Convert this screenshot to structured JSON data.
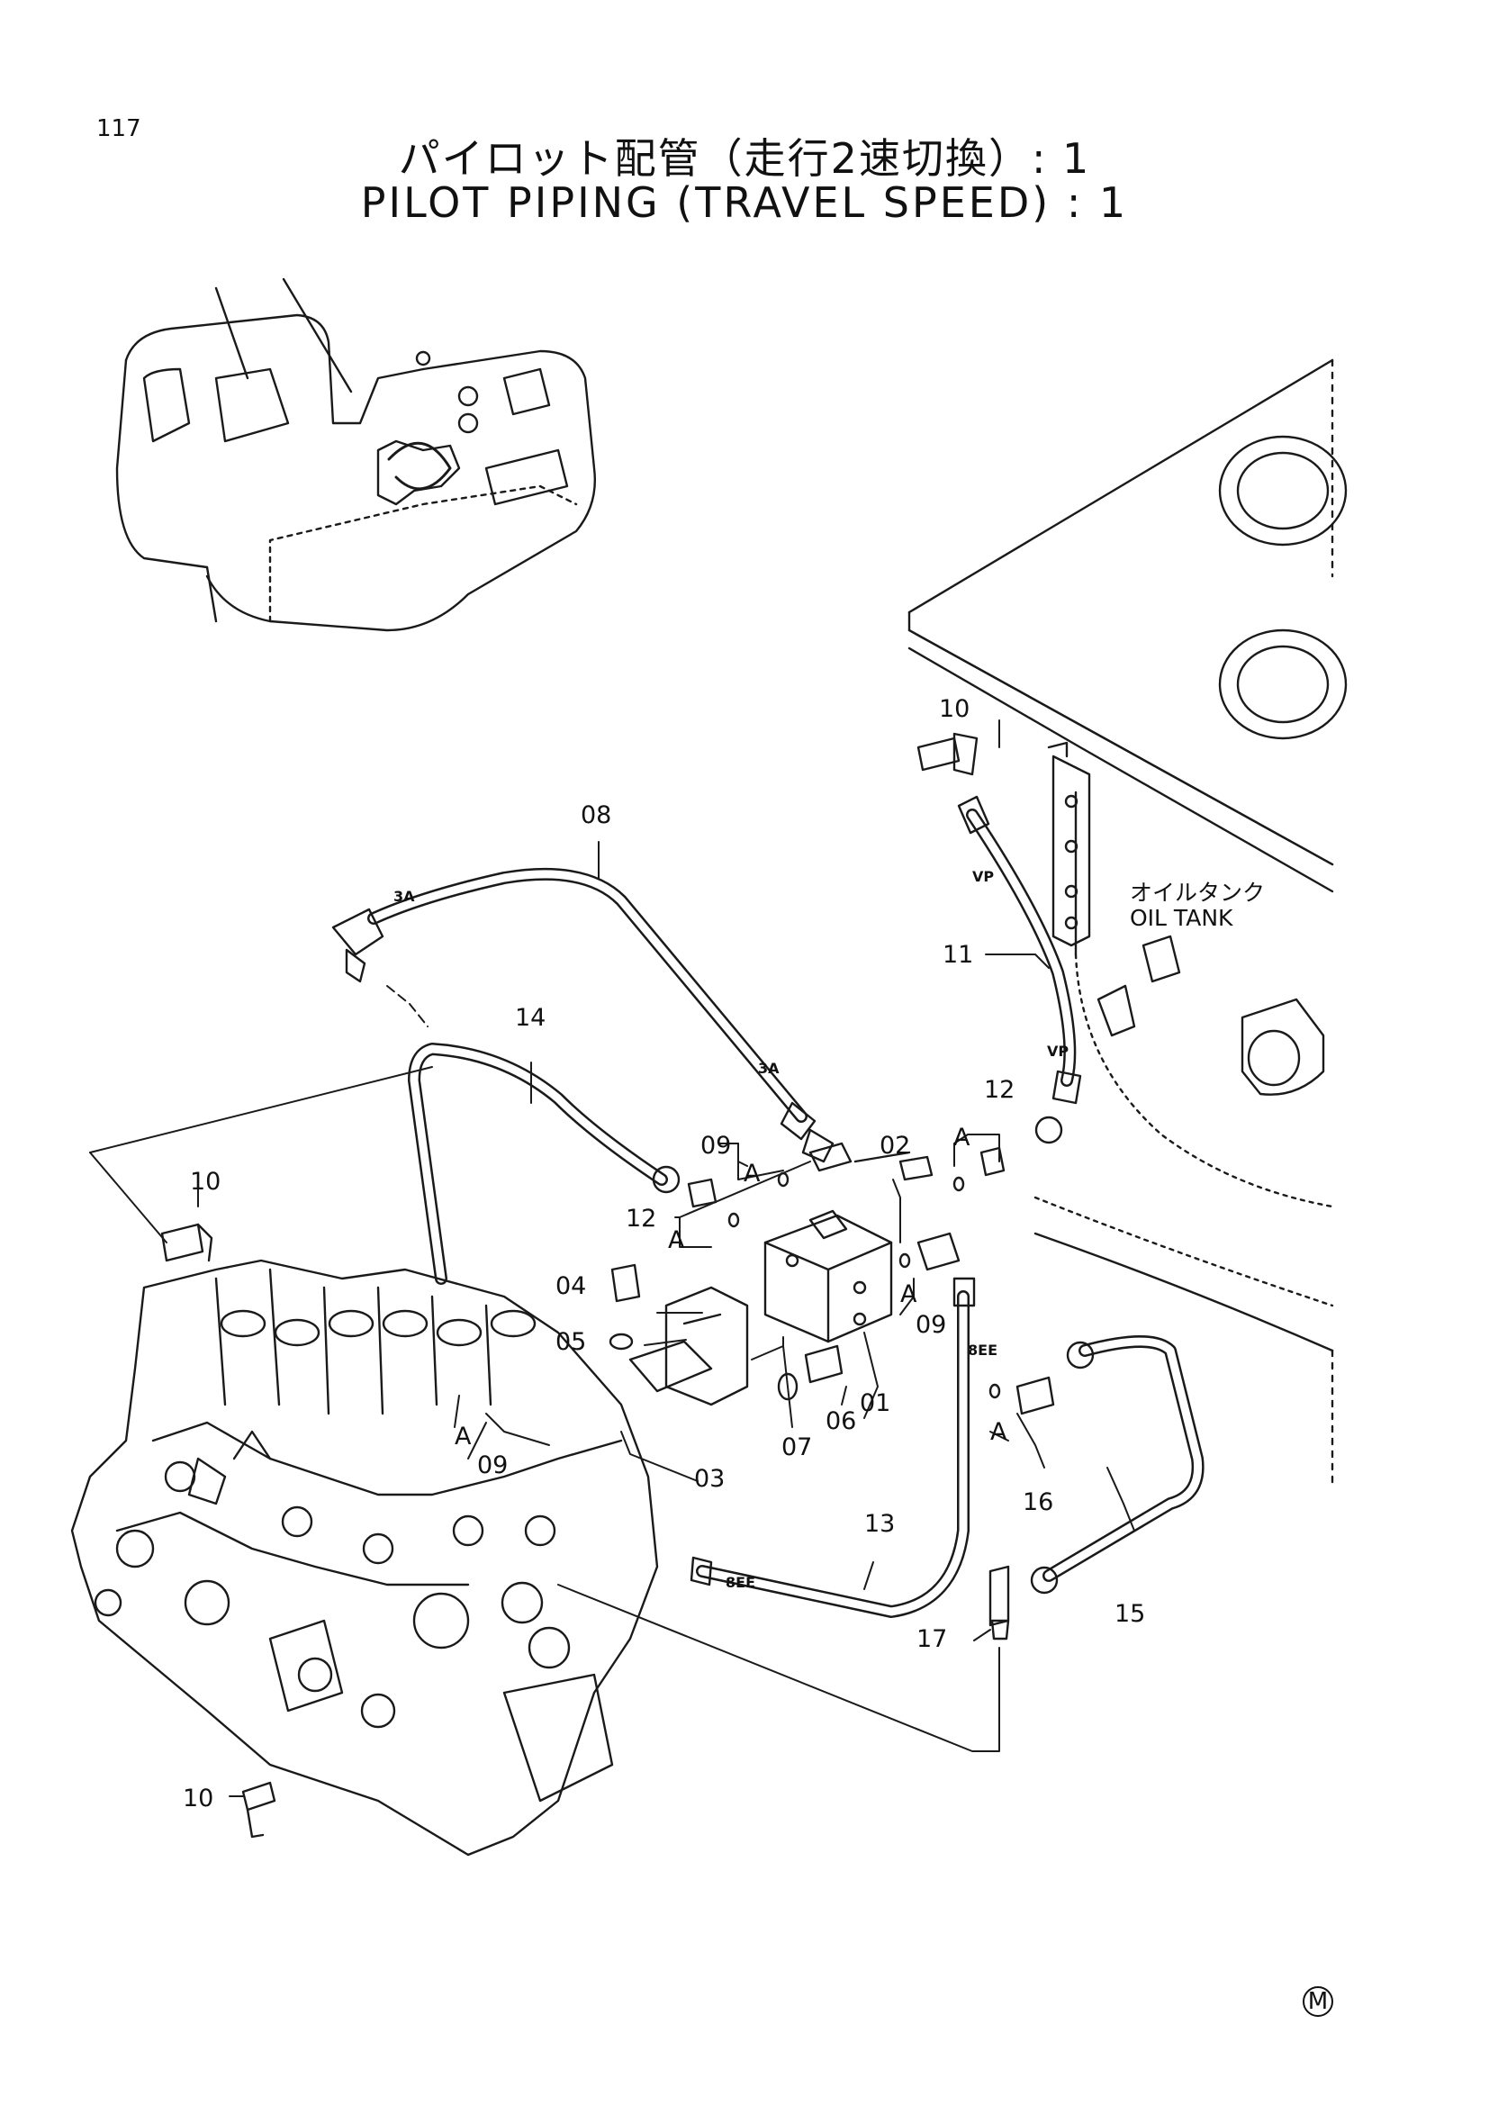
{
  "page": {
    "number": "117",
    "title_jp": "パイロット配管（走行2速切換）: 1",
    "title_en": "PILOT PIPING (TRAVEL SPEED) : 1",
    "mark": "M"
  },
  "oil_tank": {
    "label_jp": "オイルタンク",
    "label_en": "OIL TANK"
  },
  "callouts": {
    "p01": "01",
    "p02": "02",
    "p03": "03",
    "p04": "04",
    "p05": "05",
    "p06": "06",
    "p07": "07",
    "p08": "08",
    "p09a": "09",
    "p09b": "09",
    "p09c": "09",
    "p10a": "10",
    "p10b": "10",
    "p10c": "10",
    "p11": "11",
    "p12a": "12",
    "p12b": "12",
    "p13": "13",
    "p14": "14",
    "p15": "15",
    "p16": "16",
    "p17": "17",
    "a1": "A",
    "a2": "A",
    "a3": "A",
    "a4": "A",
    "a5": "A",
    "a6": "A"
  },
  "hose_marks": {
    "h3a_top": "3A",
    "h3a_bottom": "3A",
    "vp_top": "VP",
    "vp_bottom": "VP",
    "ee_upper": "8EE",
    "ee_lower": "8EE"
  }
}
